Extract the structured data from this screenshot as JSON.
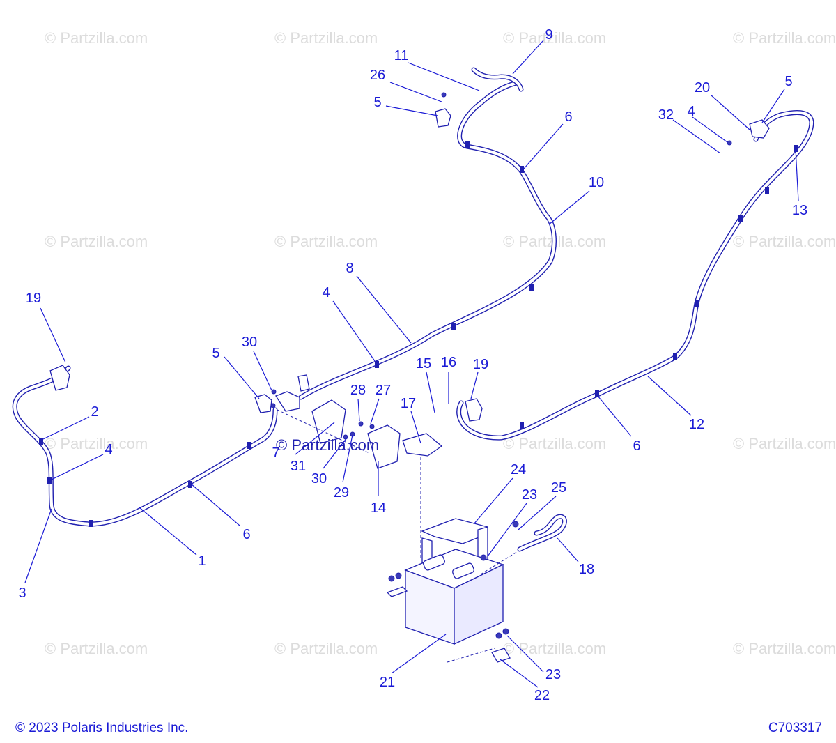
{
  "watermark": "© Partzilla.com",
  "center_stamp": "© Partzilla.com",
  "footer": {
    "copyright": "© 2023 Polaris Industries Inc.",
    "figure_code": "C703317"
  },
  "callouts": [
    "1",
    "2",
    "3",
    "4",
    "4",
    "4",
    "5",
    "5",
    "5",
    "6",
    "6",
    "6",
    "7",
    "8",
    "9",
    "10",
    "11",
    "12",
    "13",
    "14",
    "15",
    "16",
    "17",
    "18",
    "19",
    "19",
    "20",
    "21",
    "22",
    "23",
    "23",
    "24",
    "25",
    "26",
    "27",
    "28",
    "29",
    "30",
    "30",
    "31",
    "32"
  ],
  "colors": {
    "ink": "#1a1ad6",
    "line_art": "#2020b0",
    "watermark": "#dcdcdc"
  }
}
